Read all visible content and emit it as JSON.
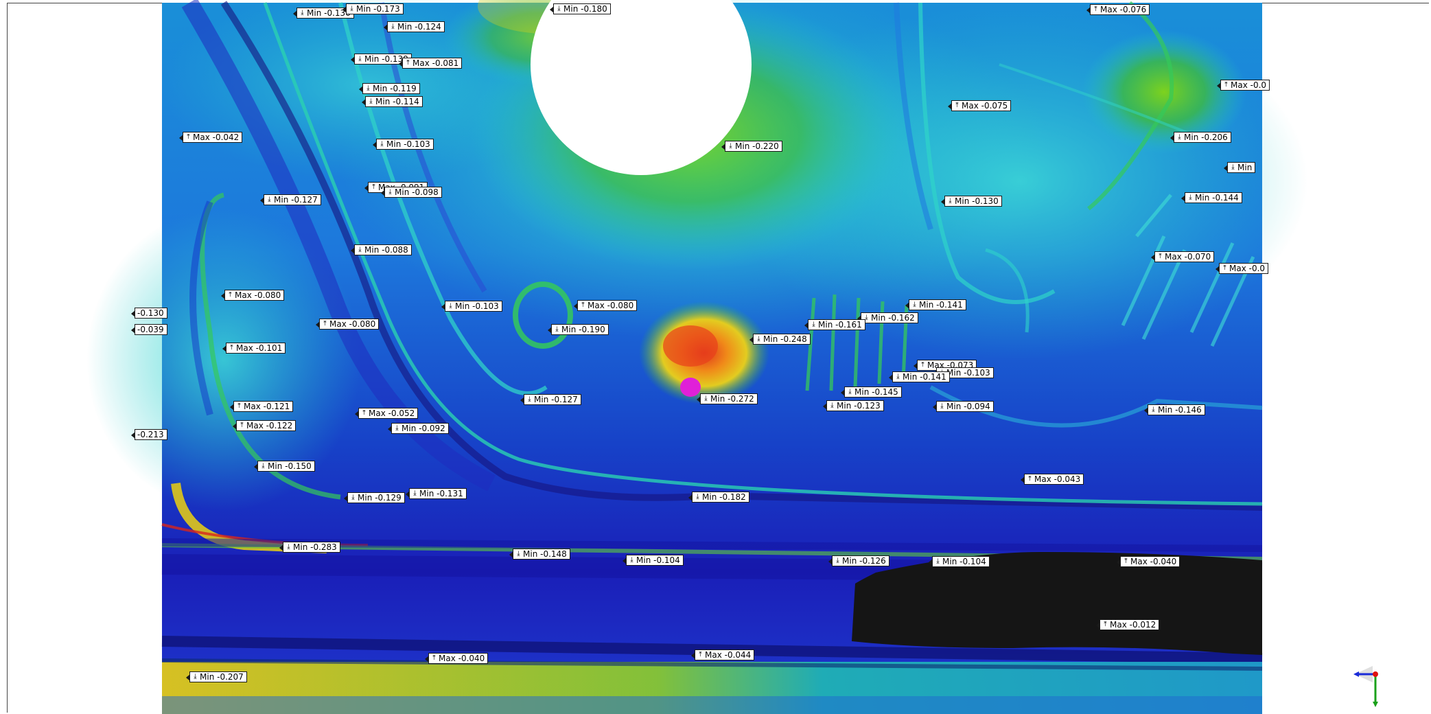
{
  "colors": {
    "background": "#ffffff",
    "deep_blue": "#1d1fbf",
    "mid_blue": "#1466e0",
    "cyan": "#23c7c9",
    "green": "#35b93a",
    "yellow": "#d9d01a",
    "orange": "#f08a19",
    "red": "#d7261c",
    "magenta": "#e020d8",
    "label_bg": "#ffffff",
    "label_border": "#1a1a1a"
  },
  "icons": {
    "max": "max-arrow-up-icon",
    "min": "min-arrow-down-icon"
  },
  "labels": [
    {
      "kind": "min",
      "text": "Min -0.136"
    },
    {
      "kind": "min",
      "text": "Min -0.173"
    },
    {
      "kind": "min",
      "text": "Min -0.180"
    },
    {
      "kind": "max",
      "text": "Max -0.076"
    },
    {
      "kind": "min",
      "text": "Min -0.124"
    },
    {
      "kind": "min",
      "text": "Min -0.130"
    },
    {
      "kind": "max",
      "text": "Max -0.081"
    },
    {
      "kind": "max",
      "text": "Max -0.0"
    },
    {
      "kind": "min",
      "text": "Min -0.119"
    },
    {
      "kind": "min",
      "text": "Min -0.114"
    },
    {
      "kind": "max",
      "text": "Max -0.075"
    },
    {
      "kind": "max",
      "text": "Max -0.042"
    },
    {
      "kind": "min",
      "text": "Min -0.103"
    },
    {
      "kind": "min",
      "text": "Min -0.220"
    },
    {
      "kind": "min",
      "text": "Min -0.206"
    },
    {
      "kind": "min",
      "text": "Min"
    },
    {
      "kind": "max",
      "text": "Max -0.091"
    },
    {
      "kind": "min",
      "text": "Min -0.098"
    },
    {
      "kind": "min",
      "text": "Min -0.127"
    },
    {
      "kind": "min",
      "text": "Min -0.130"
    },
    {
      "kind": "min",
      "text": "Min -0.144"
    },
    {
      "kind": "min",
      "text": "Min -0.088"
    },
    {
      "kind": "max",
      "text": "Max -0.070"
    },
    {
      "kind": "max",
      "text": "Max -0.0"
    },
    {
      "kind": "max",
      "text": "Max -0.080"
    },
    {
      "kind": "min",
      "text": "Min -0.103"
    },
    {
      "kind": "max",
      "text": "Max -0.080"
    },
    {
      "kind": "min",
      "text": "Min -0.141"
    },
    {
      "kind": "plain",
      "text": "-0.130"
    },
    {
      "kind": "min",
      "text": "Min -0.162"
    },
    {
      "kind": "max",
      "text": "Max -0.080"
    },
    {
      "kind": "min",
      "text": "Min -0.190"
    },
    {
      "kind": "min",
      "text": "Min -0.161"
    },
    {
      "kind": "plain",
      "text": "-0.039"
    },
    {
      "kind": "min",
      "text": "Min -0.248"
    },
    {
      "kind": "max",
      "text": "Max -0.101"
    },
    {
      "kind": "max",
      "text": "Max -0.073"
    },
    {
      "kind": "min",
      "text": "Min -0.103"
    },
    {
      "kind": "min",
      "text": "Min -0.141"
    },
    {
      "kind": "min",
      "text": "Min -0.145"
    },
    {
      "kind": "min",
      "text": "Min -0.127"
    },
    {
      "kind": "min",
      "text": "Min -0.272"
    },
    {
      "kind": "max",
      "text": "Max -0.121"
    },
    {
      "kind": "min",
      "text": "Min -0.123"
    },
    {
      "kind": "min",
      "text": "Min -0.094"
    },
    {
      "kind": "min",
      "text": "Min -0.146"
    },
    {
      "kind": "max",
      "text": "Max -0.052"
    },
    {
      "kind": "max",
      "text": "Max -0.122"
    },
    {
      "kind": "min",
      "text": "Min -0.092"
    },
    {
      "kind": "plain",
      "text": "-0.213"
    },
    {
      "kind": "min",
      "text": "Min -0.150"
    },
    {
      "kind": "max",
      "text": "Max -0.043"
    },
    {
      "kind": "min",
      "text": "Min -0.131"
    },
    {
      "kind": "min",
      "text": "Min -0.129"
    },
    {
      "kind": "min",
      "text": "Min -0.182"
    },
    {
      "kind": "min",
      "text": "Min -0.283"
    },
    {
      "kind": "min",
      "text": "Min -0.148"
    },
    {
      "kind": "min",
      "text": "Min -0.104"
    },
    {
      "kind": "min",
      "text": "Min -0.126"
    },
    {
      "kind": "min",
      "text": "Min -0.104"
    },
    {
      "kind": "max",
      "text": "Max -0.040"
    },
    {
      "kind": "max",
      "text": "Max -0.012"
    },
    {
      "kind": "max",
      "text": "Max -0.040"
    },
    {
      "kind": "max",
      "text": "Max -0.044"
    },
    {
      "kind": "min",
      "text": "Min -0.207"
    }
  ]
}
